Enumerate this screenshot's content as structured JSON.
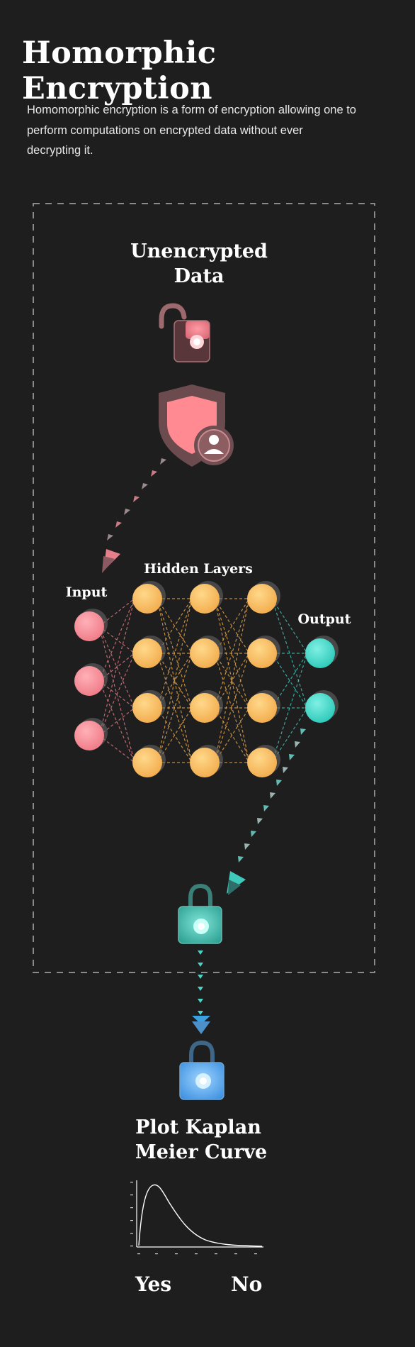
{
  "title": "Homorphic Encryption",
  "intro": "Homomorphic encryption is a form of encryption allowing one to perform computations on encrypted data without ever decrypting it.",
  "section_unencrypted": {
    "line1": "Unencrypted",
    "line2": "Data"
  },
  "network": {
    "hidden_label": "Hidden Layers",
    "input_label": "Input",
    "output_label": "Output",
    "layers": [
      3,
      4,
      4,
      4,
      2
    ]
  },
  "plot_section": {
    "line1": "Plot Kaplan",
    "line2": "Meier Curve"
  },
  "options": {
    "yes": "Yes",
    "no": "No"
  },
  "colors": {
    "background": "#1e1e1e",
    "input_node": "#f48a94",
    "hidden_node": "#f6b95f",
    "output_node": "#45d6c8",
    "lock_final": "#4aa3f0",
    "dash_border": "#8a8a8a"
  },
  "icons": {
    "unlocked": "unlocked-padlock-icon",
    "shield": "user-shield-icon",
    "locked_teal": "locked-padlock-icon",
    "locked_blue": "locked-padlock-icon"
  }
}
